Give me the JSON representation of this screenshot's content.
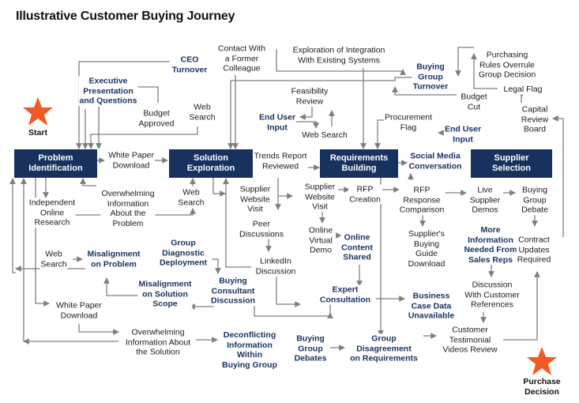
{
  "title": "Illustrative Customer Buying Journey",
  "start_label": "Start",
  "end_label": "Purchase\nDecision",
  "colors": {
    "navy": "#17325e",
    "star": "#f15a24",
    "line": "#7f7f7f"
  },
  "boxes": {
    "problem": "Problem\nIdentification",
    "solution": "Solution\nExploration",
    "requirements": "Requirements\nBuilding",
    "supplier": "Supplier\nSelection"
  },
  "nodes": {
    "ceo_turnover": "CEO\nTurnover",
    "exec_presentation": "Executive\nPresentation\nand Questions",
    "budget_approved": "Budget\nApproved",
    "web_search_top": "Web\nSearch",
    "contact_former": "Contact With\na Former\nColleague",
    "exploration_integration": "Exploration of Integration\nWith Existing Systems",
    "buying_group_turnover": "Buying\nGroup\nTurnover",
    "purchasing_rules": "Purchasing\nRules Overrule\nGroup Decision",
    "legal_flag": "Legal Flag",
    "budget_cut": "Budget\nCut",
    "capital_review": "Capital\nReview\nBoard",
    "feasibility_review": "Feasibility\nReview",
    "end_user_input_1": "End User\nInput",
    "web_search_mid": "Web Search",
    "procurement_flag": "Procurement\nFlag",
    "end_user_input_2": "End User\nInput",
    "white_paper_1": "White Paper\nDownload",
    "trends_report": "Trends Report\nReviewed",
    "social_media": "Social Media\nConversation",
    "independent_research": "Independent\nOnline\nResearch",
    "overwhelming_1": "Overwhelming\nInformation\nAbout the\nProblem",
    "web_search_2": "Web\nSearch",
    "supplier_website_1": "Supplier\nWebsite\nVisit",
    "supplier_website_2": "Supplier\nWebsite\nVisit",
    "rfp_creation": "RFP\nCreation",
    "rfp_response": "RFP\nResponse\nComparison",
    "live_demos": "Live\nSupplier\nDemos",
    "buying_group_debate": "Buying\nGroup\nDebate",
    "peer_discussions": "Peer\nDiscussions",
    "online_virtual_demo": "Online\nVirtual\nDemo",
    "online_content_shared": "Online\nContent\nShared",
    "suppliers_guide": "Supplier's\nBuying\nGuide\nDownload",
    "more_information": "More\nInformation\nNeeded From\nSales Reps",
    "contract_updates": "Contract\nUpdates\nRequired",
    "web_search_3": "Web\nSearch",
    "misalignment_problem": "Misalignment\non Problem",
    "group_diagnostic": "Group\nDiagnostic\nDeployment",
    "linkedin": "LinkedIn\nDiscussion",
    "buying_consultant": "Buying\nConsultant\nDiscussion",
    "misalignment_solution": "Misalignment\non Solution\nScope",
    "expert_consultation": "Expert\nConsultation",
    "business_case": "Business\nCase Data\nUnavailable",
    "discussion_customer": "Discussion\nWith Customer\nReferences",
    "white_paper_2": "White Paper\nDownload",
    "overwhelming_2": "Overwhelming\nInformation About\nthe Solution",
    "deconflicting": "Deconflicting\nInformation\nWithin\nBuying Group",
    "buying_group_debates": "Buying\nGroup\nDebates",
    "group_disagreement": "Group\nDisagreement\non Requirements",
    "customer_testimonial": "Customer\nTestimonial\nVideos Review"
  }
}
